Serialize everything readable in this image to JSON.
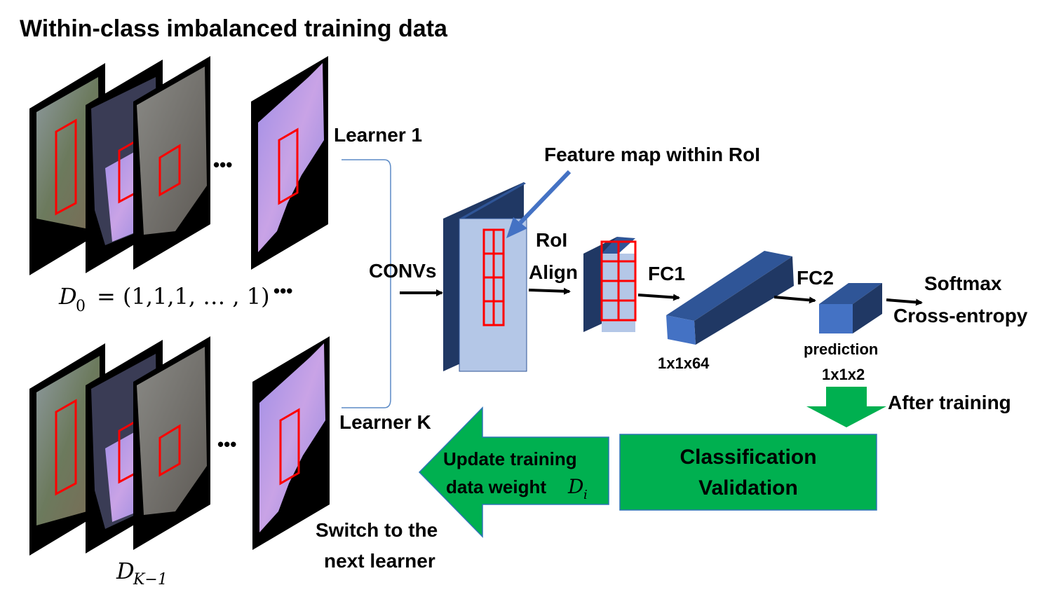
{
  "title": "Within-class imbalanced training data",
  "ellipsis": "•••",
  "weights": {
    "d0_lhs": "D",
    "d0_sub": "0",
    "d0_rhs": "= (1,1,1, … , 1)",
    "dk_lhs": "D",
    "dk_sub": "K−1"
  },
  "learners": {
    "first": "Learner 1",
    "last": "Learner K"
  },
  "network": {
    "convs": "CONVs",
    "roi_line1": "RoI",
    "roi_line2": "Align",
    "feature_map": "Feature map within RoI",
    "fc1": "FC1",
    "fc2": "FC2",
    "fc1_dim": "1x1x64",
    "pred_line1": "prediction",
    "pred_line2": "1x1x2",
    "softmax_line1": "Softmax",
    "softmax_line2": "Cross-entropy"
  },
  "loop": {
    "after_training": "After training",
    "classification_line1": "Classification",
    "classification_line2": "Validation",
    "update_line1": "Update training",
    "update_line2_prefix": "data weight ",
    "update_var": "D",
    "update_sub": "i",
    "switch_line1": "Switch to the",
    "switch_line2": "next learner"
  },
  "colors": {
    "green": "#00B050",
    "green_border": "#2E75B6",
    "blue_front": "#4472C4",
    "blue_top": "#2F5597",
    "blue_dark": "#203864",
    "blue_light": "#B4C7E7",
    "red_grid": "#FF0000",
    "callout_arrow": "#4472C4"
  }
}
